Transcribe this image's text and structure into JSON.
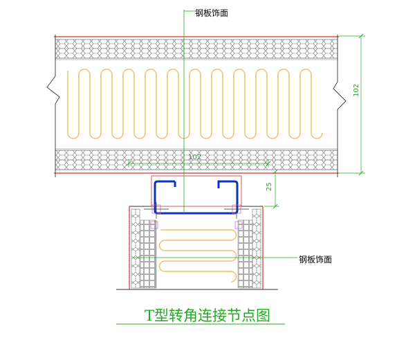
{
  "labels": {
    "top_callout": "钢板饰面",
    "side_callout": "钢板饰面",
    "title": "T型转角连接节点图"
  },
  "dimensions": {
    "top_width": "102",
    "wall_thickness": "102",
    "gap": "25"
  },
  "colors": {
    "insulation": "#f0c060",
    "lattice": "#777777",
    "steel_face": "#cc3333",
    "channel": "#1030c0",
    "dimension": "#22aa22",
    "callout_line": "#22aa22",
    "title": "#22aa22"
  }
}
